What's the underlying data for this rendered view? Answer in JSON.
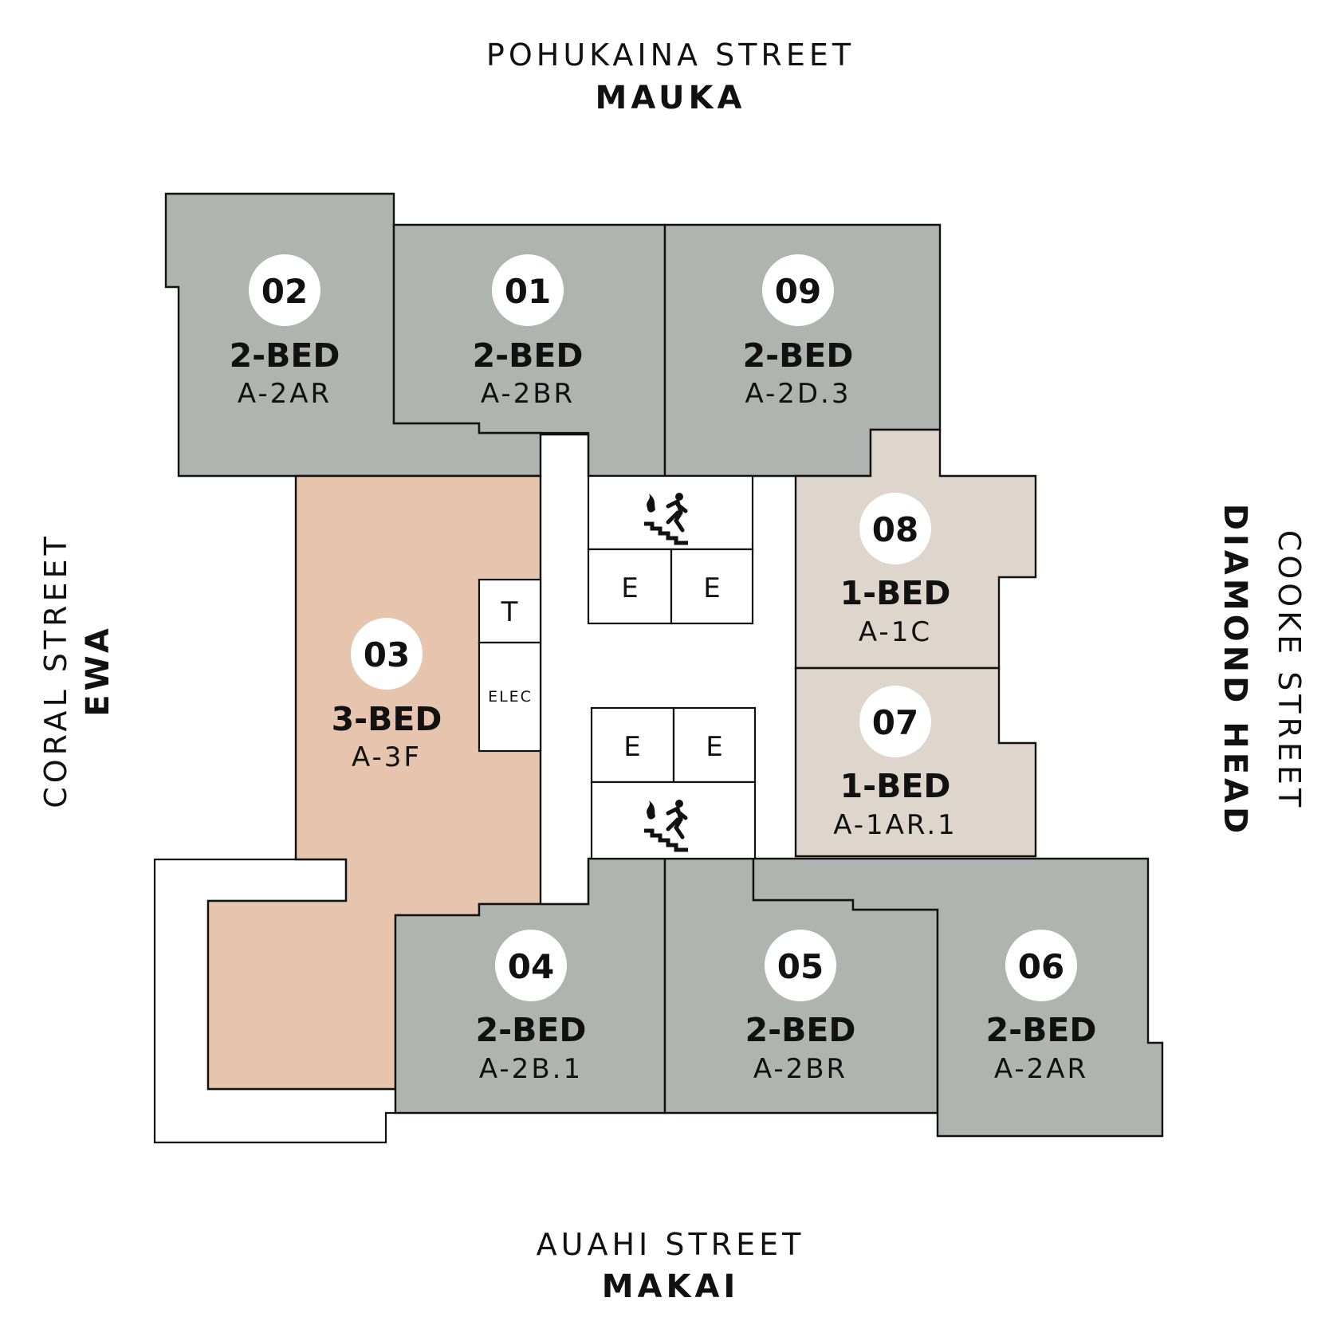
{
  "streets": {
    "north": {
      "name": "POHUKAINA STREET",
      "direction": "MAUKA"
    },
    "south": {
      "name": "AUAHI STREET",
      "direction": "MAKAI"
    },
    "west": {
      "name": "CORAL STREET",
      "direction": "EWA"
    },
    "east": {
      "name": "COOKE STREET",
      "direction": "DIAMOND HEAD"
    }
  },
  "colors": {
    "two_bed": "#b0b4b0",
    "three_bed": "#e6c4ae",
    "one_bed": "#ded5cc",
    "outline": "#111111",
    "badge": "#ffffff"
  },
  "units": [
    {
      "number": "02",
      "type": "2-BED",
      "code": "A-2AR",
      "color_key": "two_bed"
    },
    {
      "number": "01",
      "type": "2-BED",
      "code": "A-2BR",
      "color_key": "two_bed"
    },
    {
      "number": "09",
      "type": "2-BED",
      "code": "A-2D.3",
      "color_key": "two_bed"
    },
    {
      "number": "08",
      "type": "1-BED",
      "code": "A-1C",
      "color_key": "one_bed"
    },
    {
      "number": "07",
      "type": "1-BED",
      "code": "A-1AR.1",
      "color_key": "one_bed"
    },
    {
      "number": "03",
      "type": "3-BED",
      "code": "A-3F",
      "color_key": "three_bed"
    },
    {
      "number": "04",
      "type": "2-BED",
      "code": "A-2B.1",
      "color_key": "two_bed"
    },
    {
      "number": "05",
      "type": "2-BED",
      "code": "A-2BR",
      "color_key": "two_bed"
    },
    {
      "number": "06",
      "type": "2-BED",
      "code": "A-2AR",
      "color_key": "two_bed"
    }
  ],
  "core": {
    "stair_icon": "fire-exit-stairs-icon",
    "elevator_label": "E",
    "trash_label": "T",
    "electrical_label": "ELEC"
  }
}
